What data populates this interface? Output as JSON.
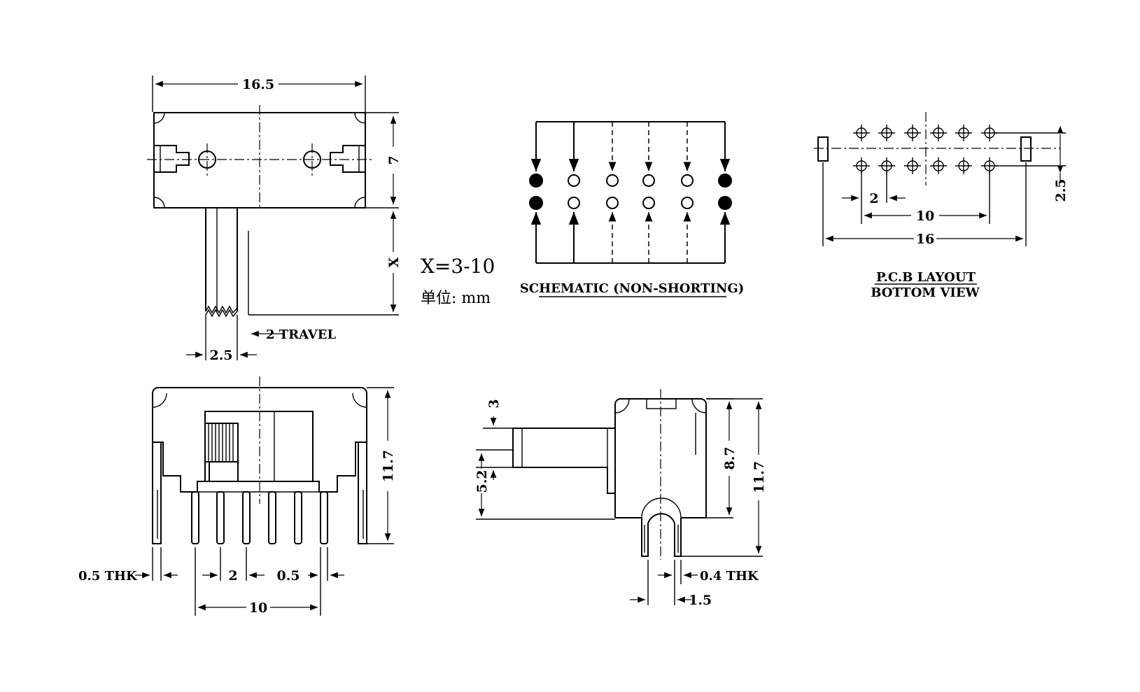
{
  "top_view": {
    "dim_width": "16.5",
    "dim_height": "7",
    "dim_x": "X",
    "dim_travel": "2 TRAVEL",
    "dim_actuator": "2.5"
  },
  "note": {
    "formula": "X=3-10",
    "unit": "单位: mm"
  },
  "schematic": {
    "title": "SCHEMATIC (NON-SHORTING)"
  },
  "pcb": {
    "title": "P.C.B LAYOUT",
    "subtitle": "BOTTOM VIEW",
    "dim_pitch": "2",
    "dim_row": "10",
    "dim_total": "16",
    "dim_rows_gap": "2.5"
  },
  "front_view": {
    "dim_height": "11.7",
    "dim_thk": "0.5 THK",
    "dim_pitch": "2",
    "dim_pin": "0.5",
    "dim_span": "10"
  },
  "side_view": {
    "dim_3": "3",
    "dim_52": "5.2",
    "dim_87": "8.7",
    "dim_117": "11.7",
    "dim_thk": "0.4 THK",
    "dim_15": "1.5"
  }
}
